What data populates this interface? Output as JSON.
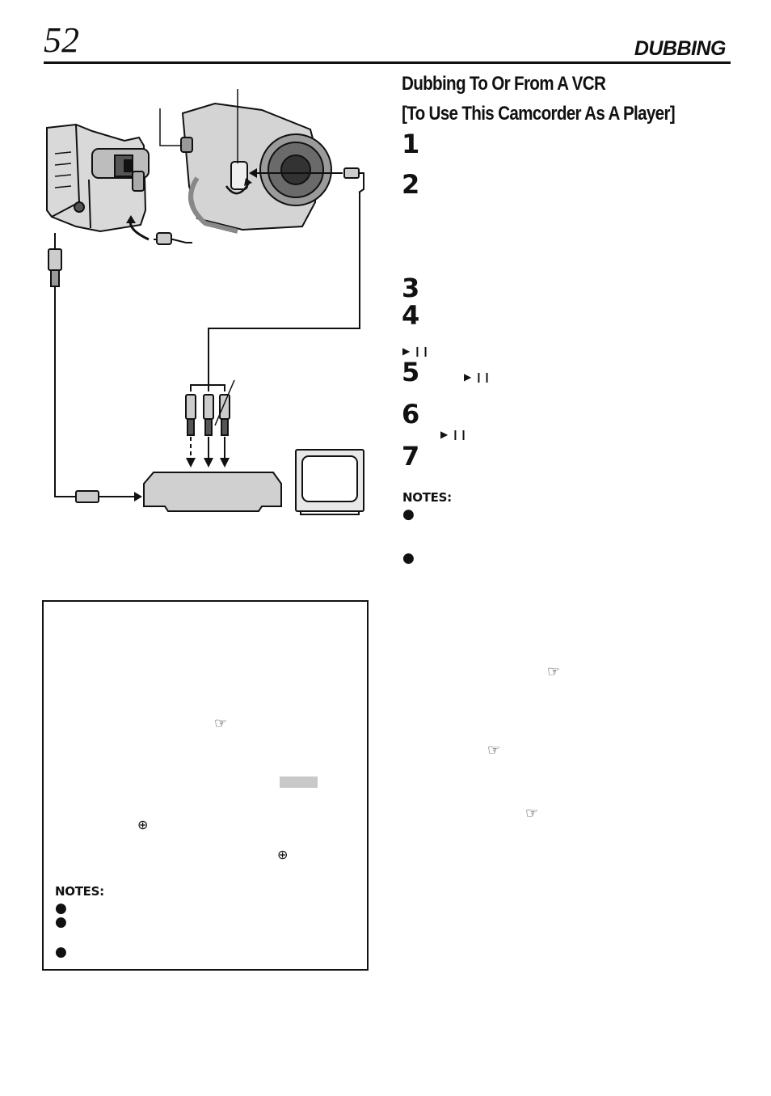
{
  "header": {
    "page_number": "52",
    "section_title": "DUBBING"
  },
  "heading": {
    "line1": "Dubbing To Or From A VCR",
    "line2": "[To Use This Camcorder As A Player]"
  },
  "steps": [
    "1",
    "2",
    "3",
    "4",
    "5",
    "6",
    "7"
  ],
  "play_pause_symbol": "▶ ❙❙",
  "notes_label": "NOTES:",
  "bullet": "●",
  "ref_icon": "☞",
  "position_icon": "⊕",
  "colors": {
    "ink": "#111111",
    "indicator_gray": "#c8c8c8"
  },
  "icons": [
    "camcorder-illustration",
    "vcr-illustration",
    "tv-illustration",
    "cable-plug-icon",
    "reference-hand-icon",
    "position-mark-icon"
  ]
}
